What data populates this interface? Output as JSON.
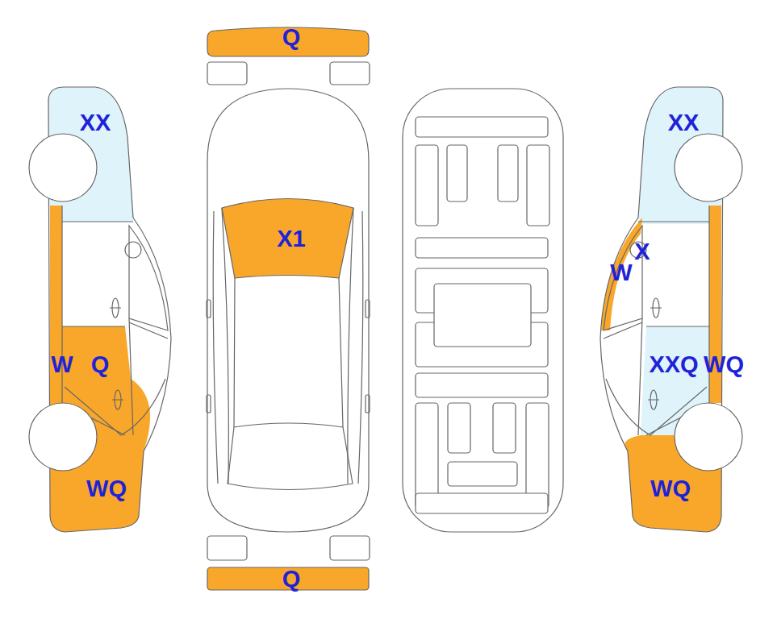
{
  "diagram": {
    "labels": [
      "Q",
      "XX",
      "XX",
      "X1",
      "X",
      "W",
      "W",
      "Q",
      "XXQ",
      "WQ",
      "WQ",
      "WQ",
      "Q"
    ]
  }
}
